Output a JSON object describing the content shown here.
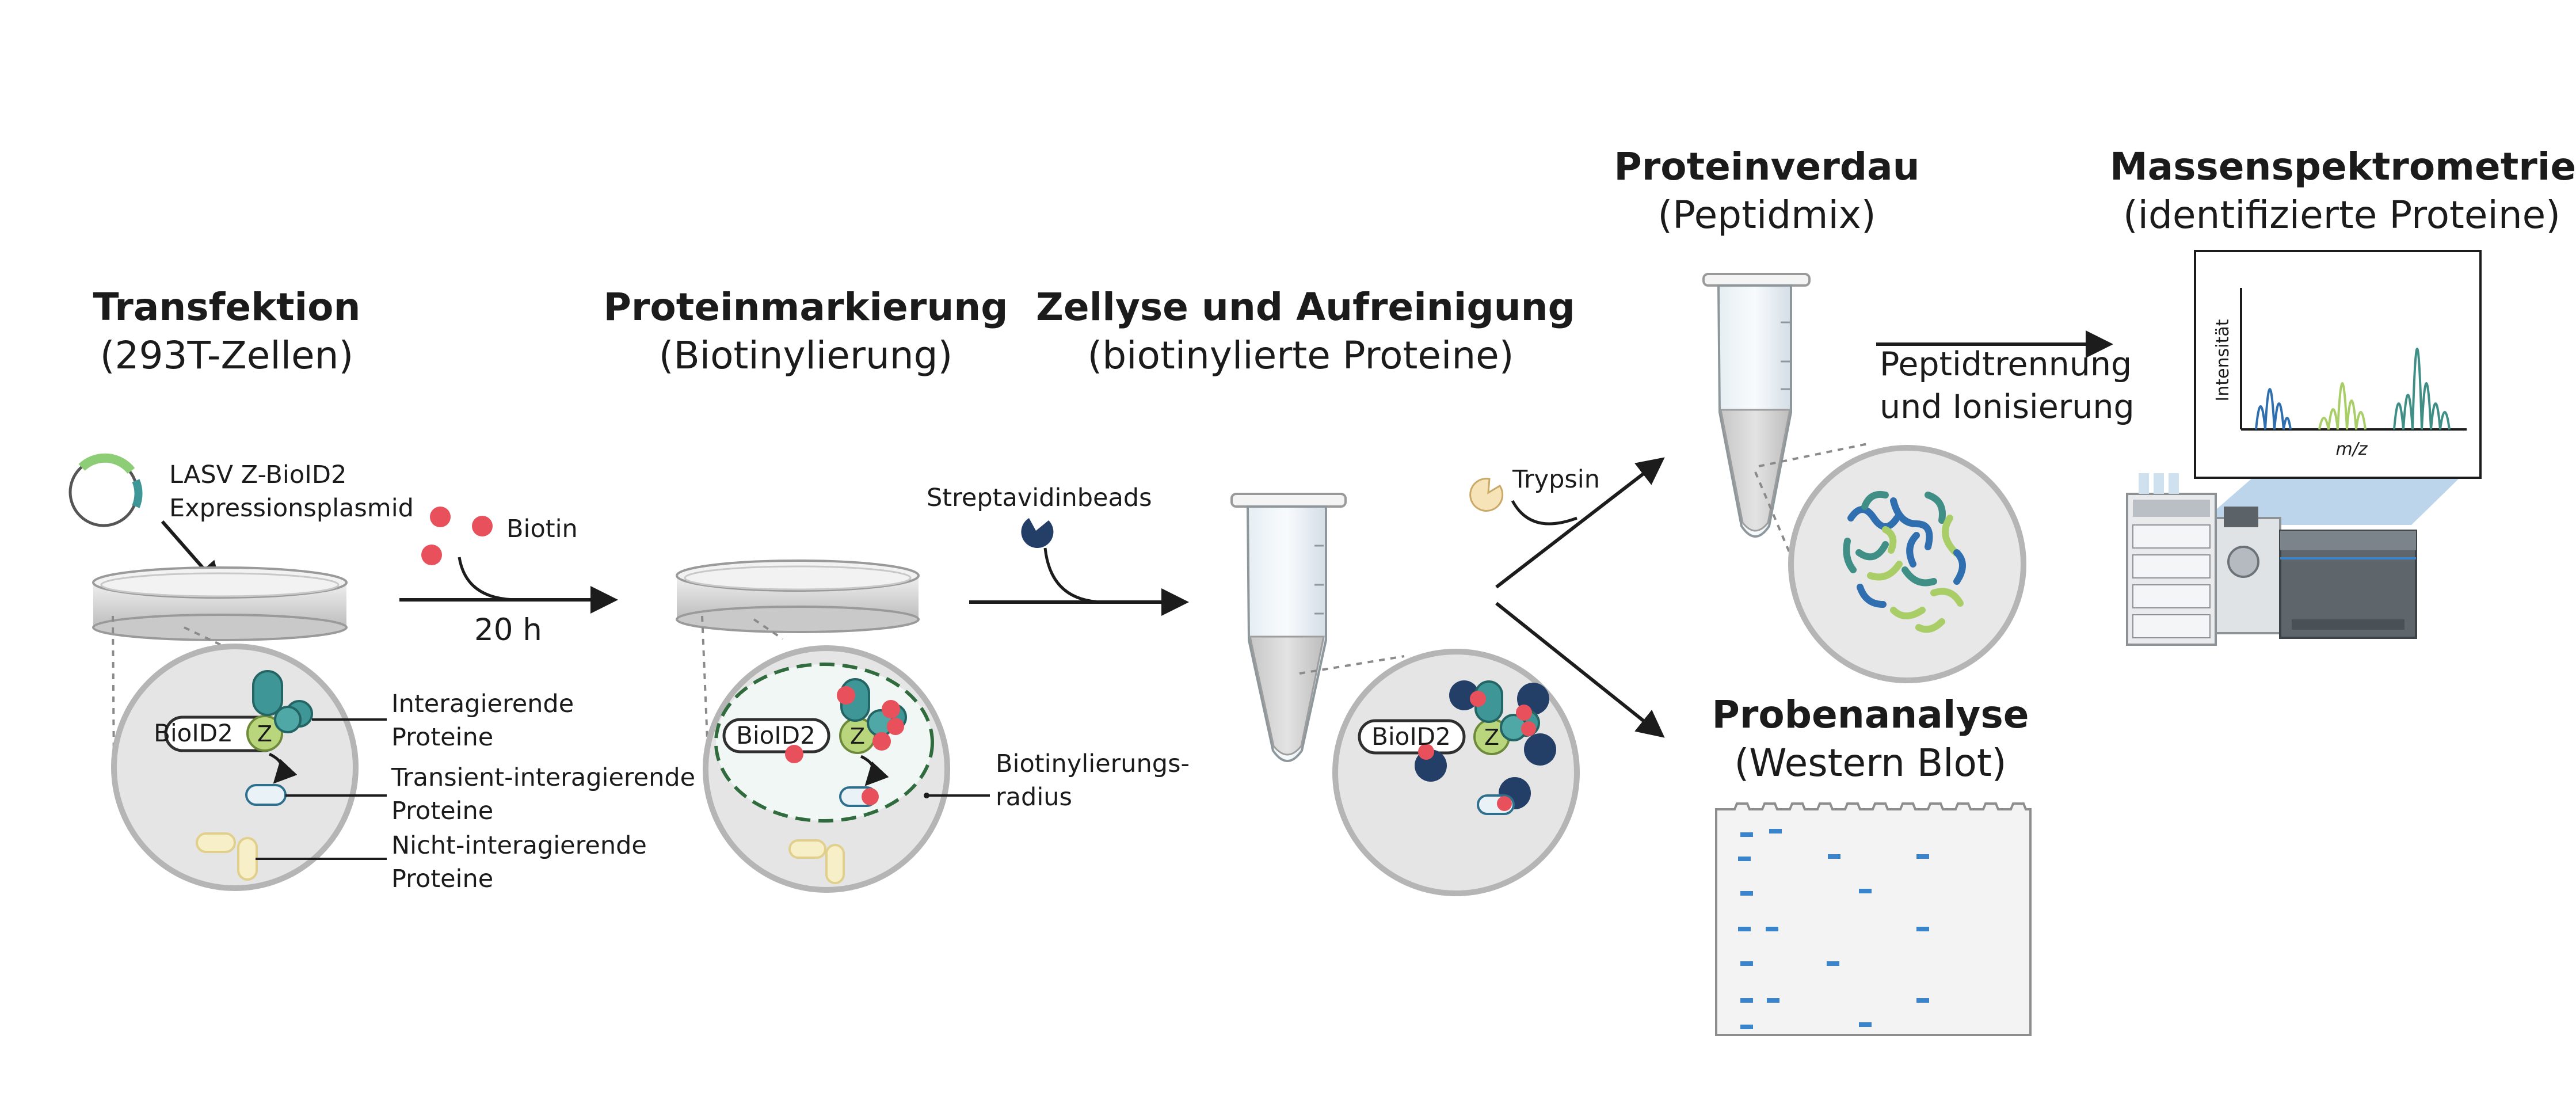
{
  "steps": {
    "transfection": {
      "title": "Transfektion",
      "subtitle": "(293T-Zellen)"
    },
    "labeling": {
      "title": "Proteinmarkierung",
      "subtitle": "(Biotinylierung)"
    },
    "lysis": {
      "title": "Zellyse und Aufreinigung",
      "subtitle": "(biotinylierte Proteine)"
    },
    "digestion": {
      "title": "Proteinverdau",
      "subtitle": "(Peptidmix)"
    },
    "ms": {
      "title": "Massenspektrometrie",
      "subtitle": "(identifizierte Proteine)"
    },
    "analysis": {
      "title": "Probenanalyse",
      "subtitle": "(Western Blot)"
    }
  },
  "labels": {
    "plasmid_line1": "LASV Z-BioID2",
    "plasmid_line2": "Expressionsplasmid",
    "biotin": "Biotin",
    "time": "20 h",
    "streptavidin": "Streptavidinbeads",
    "trypsin": "Trypsin",
    "separation_line1": "Peptidtrennung",
    "separation_line2": "und Ionisierung",
    "interacting_line1": "Interagierende",
    "interacting_line2": "Proteine",
    "transient_line1": "Transient-interagierende",
    "transient_line2": "Proteine",
    "noninteracting_line1": "Nicht-interagierende",
    "noninteracting_line2": "Proteine",
    "radius_line1": "Biotinylierungs-",
    "radius_line2": "radius",
    "bioid2": "BioID2",
    "z": "Z"
  },
  "spectrum": {
    "ylabel": "Intensität",
    "xlabel": "m/z"
  },
  "colors": {
    "teal": "#3e9696",
    "lime": "#b4cf78",
    "navy": "#233f68",
    "biotin_red": "#e8505b",
    "pale_yellow": "#f7efc8",
    "blot_band": "#3a84cc",
    "arrow": "#1c1c1c",
    "peptide_blue": "#2f6fb0",
    "peptide_green": "#a9ce68",
    "peptide_teal": "#3f8f86"
  }
}
